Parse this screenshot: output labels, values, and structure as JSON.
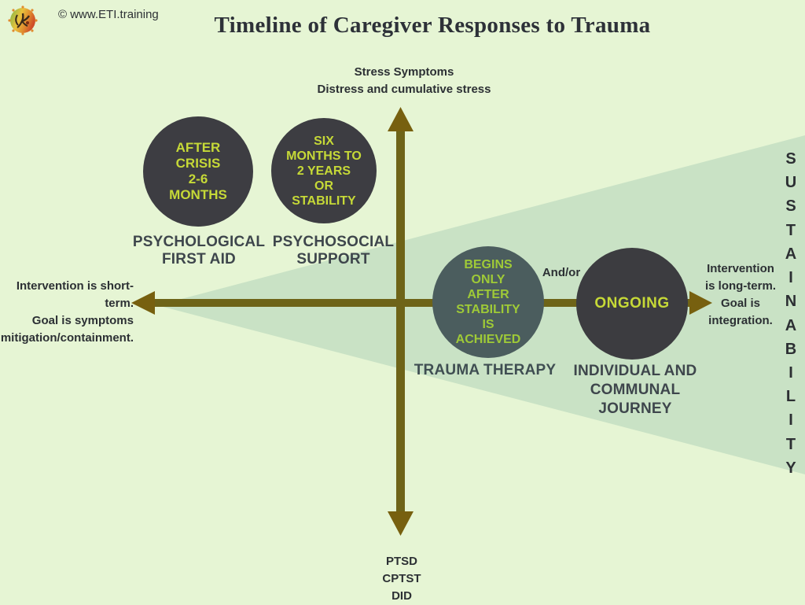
{
  "colors": {
    "background": "#e6f5d4",
    "wedge": "#c9e2c5",
    "axis": "#6e6418",
    "arrowhead": "#77600f",
    "circle_dark": "#3d3d42",
    "circle_slate": "#4b5d5e",
    "circle_text_yellow_green": "#c6d937",
    "circle_text_green": "#9fca37",
    "label_dark": "#3e464c",
    "text_dark": "#2c3034"
  },
  "header": {
    "copyright": "© www.ETI.training",
    "title": "Timeline of Caregiver Responses to Trauma",
    "logo_icon": "eti-logo-icon"
  },
  "top_axis_label": {
    "line1": "Stress Symptoms",
    "line2": "Distress and cumulative stress"
  },
  "left_axis_label": {
    "line1": "Intervention is short-term.",
    "line2": "Goal is symptoms",
    "line3": "mitigation/containment."
  },
  "right_axis_label": {
    "line1": "Intervention",
    "line2": "is long-term.",
    "line3": "Goal is",
    "line4": "integration."
  },
  "bottom_axis_label": {
    "line1": "PTSD",
    "line2": "CPTST",
    "line3": "DID"
  },
  "sustainability": {
    "word": "SUSTAINABILITY",
    "letters": [
      "S",
      "U",
      "S",
      "T",
      "A",
      "I",
      "N",
      "A",
      "B",
      "I",
      "L",
      "I",
      "T",
      "Y"
    ]
  },
  "and_or": "And/or",
  "stages": [
    {
      "circle": {
        "line1": "AFTER",
        "line2": "CRISIS",
        "line3": "2-6",
        "line4": "MONTHS"
      },
      "label": {
        "line1": "PSYCHOLOGICAL",
        "line2": "FIRST  AID"
      }
    },
    {
      "circle": {
        "line1": "SIX",
        "line2": "MONTHS TO",
        "line3": "2 YEARS",
        "line4": "OR",
        "line5": "STABILITY"
      },
      "label": {
        "line1": "PSYCHOSOCIAL",
        "line2": "SUPPORT"
      }
    },
    {
      "circle": {
        "line1": "BEGINS",
        "line2": "ONLY",
        "line3": "AFTER",
        "line4": "STABILITY",
        "line5": "IS",
        "line6": "ACHIEVED"
      },
      "label": {
        "line1": "TRAUMA THERAPY"
      }
    },
    {
      "circle": {
        "line1": "ONGOING"
      },
      "label": {
        "line1": "INDIVIDUAL AND",
        "line2": "COMMUNAL",
        "line3": "JOURNEY"
      }
    }
  ]
}
